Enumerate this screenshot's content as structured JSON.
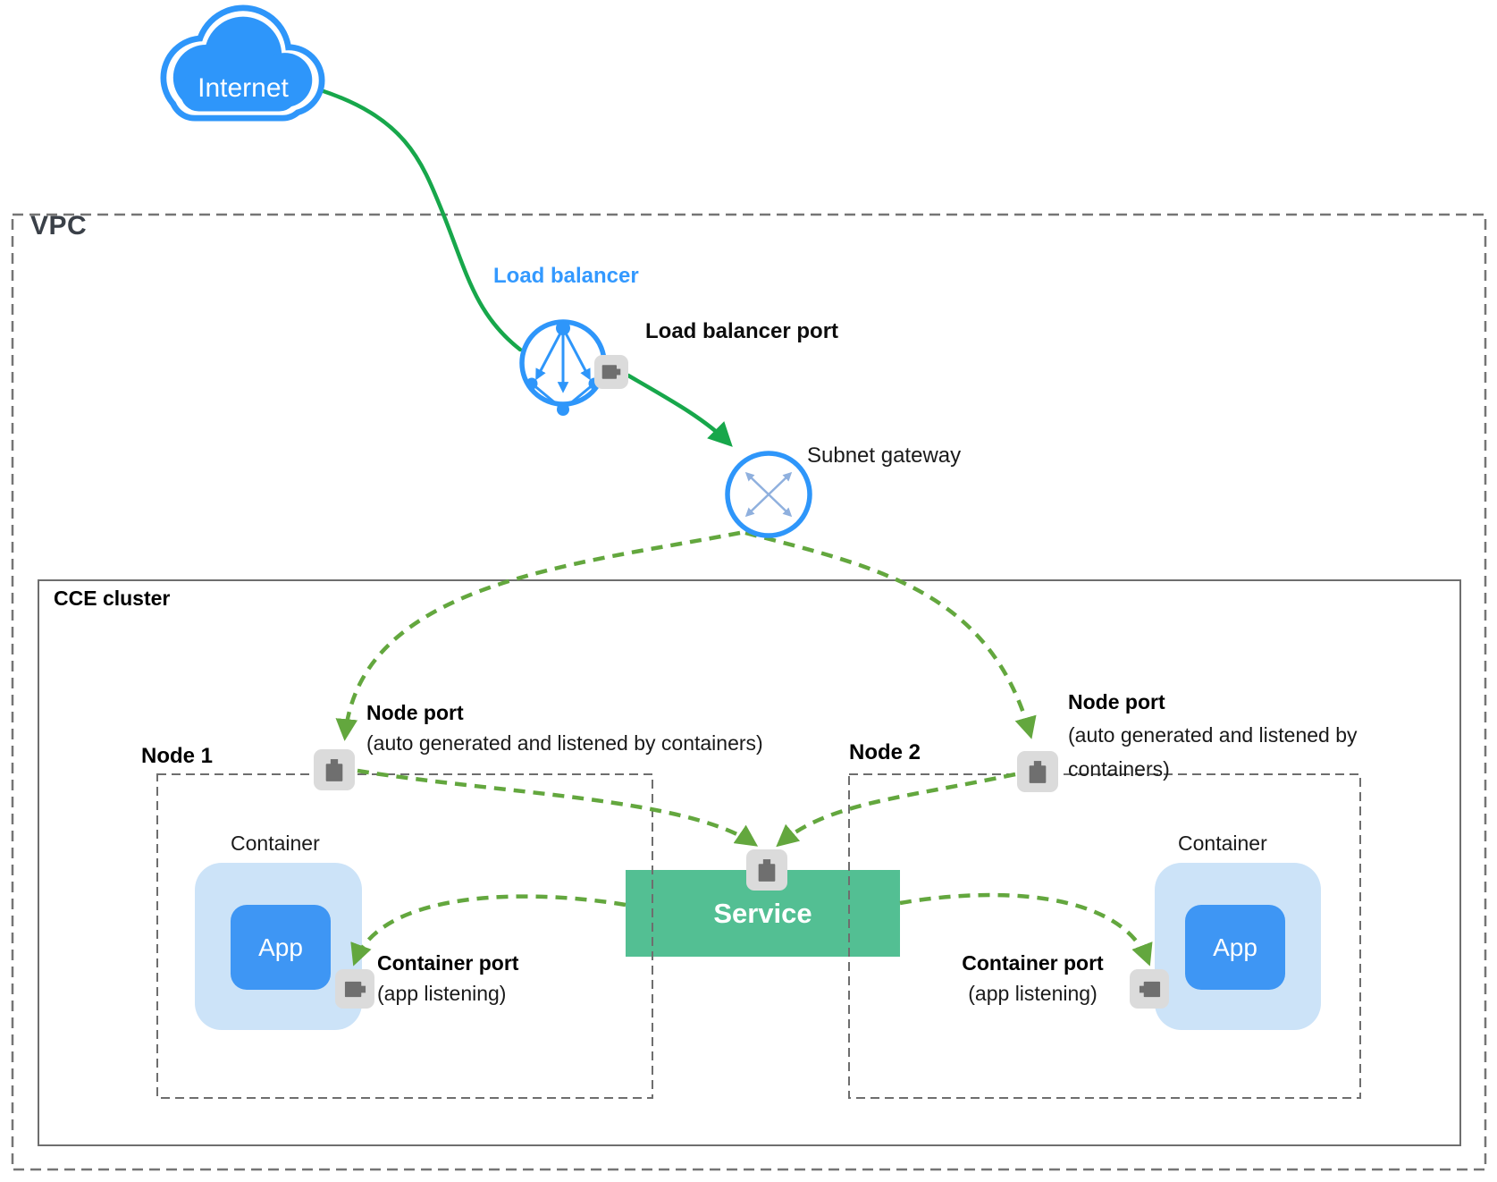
{
  "colors": {
    "blue": "#2E96FA",
    "light_blue": "#CCE3F8",
    "app_blue": "#3E96F4",
    "green_solid": "#17A74B",
    "green_dashed": "#63A73E",
    "service_green": "#53BF93",
    "port_gray": "#DBDBDB",
    "plug_gray": "#6F6F6F",
    "box_border": "#6E6E6E",
    "dash_border": "#757575",
    "text_dark": "#3A4048"
  },
  "internet": {
    "label": "Internet"
  },
  "vpc": {
    "label": "VPC"
  },
  "load_balancer": {
    "label": "Load balancer",
    "port_label": "Load balancer port"
  },
  "subnet_gateway": {
    "label": "Subnet gateway"
  },
  "cce_cluster": {
    "label": "CCE cluster"
  },
  "service": {
    "label": "Service"
  },
  "nodes": [
    {
      "label": "Node 1",
      "port_title": "Node port",
      "port_desc": "(auto generated and listened by containers)",
      "container_label": "Container",
      "app_label": "App",
      "container_port_title": "Container port",
      "container_port_desc": "(app listening)"
    },
    {
      "label": "Node 2",
      "port_title": "Node port",
      "port_desc": "(auto generated and listened by containers)",
      "container_label": "Container",
      "app_label": "App",
      "container_port_title": "Container port",
      "container_port_desc": "(app listening)"
    }
  ]
}
